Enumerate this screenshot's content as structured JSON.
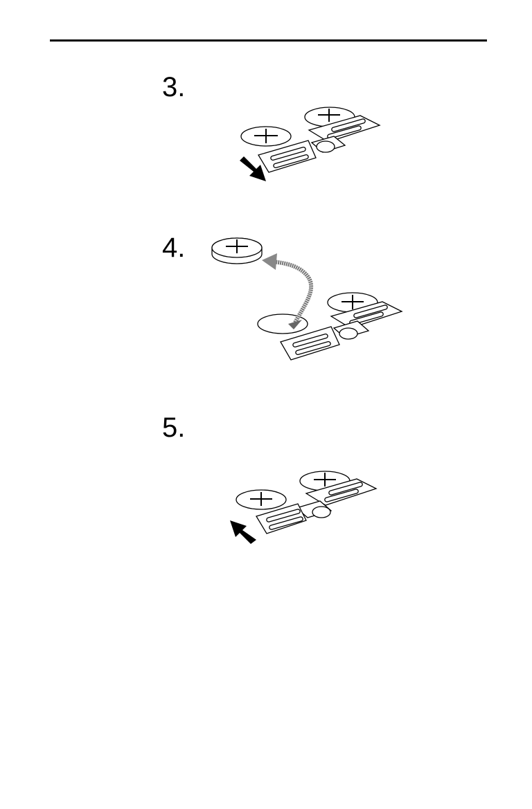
{
  "steps": [
    {
      "number": "3.",
      "illustration": "slide-battery-tray-out",
      "arrow": "arrow-down-right-icon"
    },
    {
      "number": "4.",
      "illustration": "remove-battery-from-tray",
      "arrow": "curved-arrow-icon"
    },
    {
      "number": "5.",
      "illustration": "slide-battery-tray-in",
      "arrow": "arrow-up-left-icon"
    }
  ],
  "colors": {
    "ink": "#000000",
    "paper": "#ffffff",
    "arrow_fill": "#888888"
  }
}
